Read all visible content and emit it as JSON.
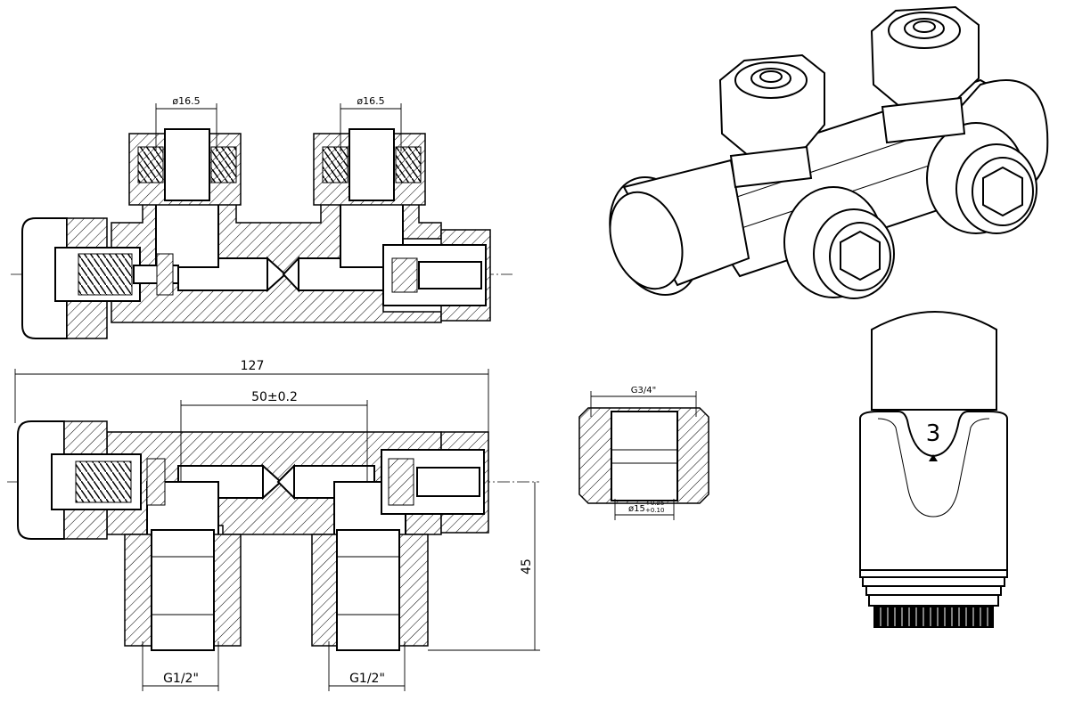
{
  "dimensions": {
    "top_left_diameter": "ø16.5",
    "top_right_diameter": "ø16.5",
    "overall_length": "127",
    "center_spacing": "50±0.2",
    "height": "45",
    "left_thread": "G1/2\"",
    "right_thread": "G1/2\"",
    "fitting_thread": "G3/4\"",
    "fitting_diameter_main": "ø15",
    "fitting_tol_upper": "+0.25",
    "fitting_tol_lower": "+0.10"
  },
  "thermostat_head": {
    "setting_number": "3"
  },
  "colors": {
    "line": "#000000",
    "background": "#ffffff"
  }
}
